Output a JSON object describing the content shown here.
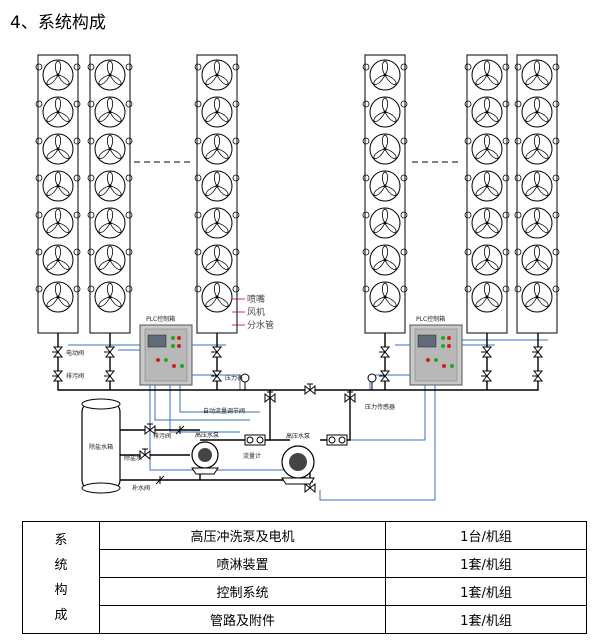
{
  "heading": "4、系统构成",
  "diagram": {
    "labels": {
      "nozzle": "喷嘴",
      "fan": "风机",
      "branch_pipe": "分水管",
      "plc_box_left": "PLC控制箱",
      "plc_box_right": "PLC控制箱",
      "solenoid_valve": "电动阀",
      "check_valve": "排污阀",
      "pressure_gauge_left": "压力表",
      "pressure_gauge_right": "压力传感器",
      "auto_flow_valve": "自动流量调节阀",
      "makeup_valve": "排污阀",
      "pump_small": "高压水泵",
      "flow_meter": "流量计",
      "pump_large": "高压水泵",
      "water_tank": "除盐水箱",
      "inlet_water": "除盐水",
      "inlet_valve": "补水阀"
    }
  },
  "table": {
    "side_label": [
      "系",
      "统",
      "构",
      "成"
    ],
    "rows": [
      {
        "item": "高压冲洗泵及电机",
        "qty": "1台/机组"
      },
      {
        "item": "喷淋装置",
        "qty": "1套/机组"
      },
      {
        "item": "控制系统",
        "qty": "1套/机组"
      },
      {
        "item": "管路及附件",
        "qty": "1套/机组"
      }
    ]
  }
}
